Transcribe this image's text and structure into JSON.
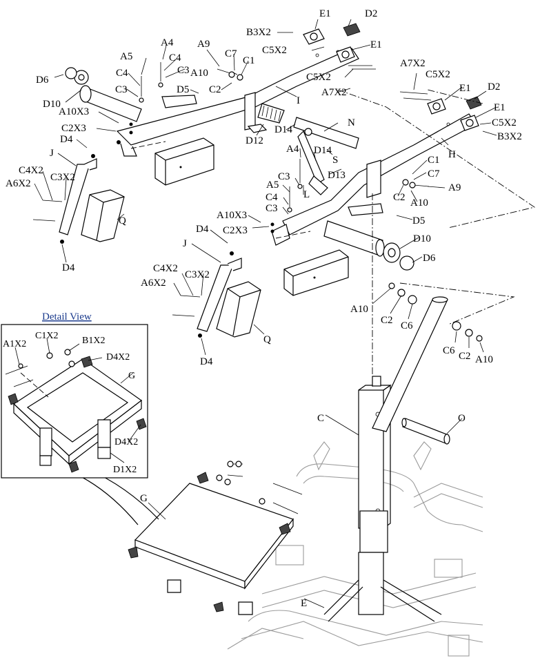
{
  "diagram": {
    "detail_view_title": "Detail View",
    "labels": {
      "E1_a": "E1",
      "D2_a": "D2",
      "B3X2_a": "B3X2",
      "C5X2_a": "C5X2",
      "E1_b": "E1",
      "A9_a": "A9",
      "A5_a": "A5",
      "A4_a": "A4",
      "C4_a": "C4",
      "C3_a": "C3",
      "C4_b": "C4",
      "C7_a": "C7",
      "C1_a": "C1",
      "D6_a": "D6",
      "A10_a": "A10",
      "C5X2_b": "C5X2",
      "A7X2_a": "A7X2",
      "D5_a": "D5",
      "C2_a": "C2",
      "C3_b": "C3",
      "D10_a": "D10",
      "I": "I",
      "A7X2_b": "A7X2",
      "C5X2_c": "C5X2",
      "E1_c": "E1",
      "D2_b": "D2",
      "E1_d": "E1",
      "C5X2_d": "C5X2",
      "B3X2_b": "B3X2",
      "A10X3_a": "A10X3",
      "C2X3_a": "C2X3",
      "D12": "D12",
      "D14_a": "D14",
      "N": "N",
      "D4_a": "D4",
      "J_a": "J",
      "H": "H",
      "A4_b": "A4",
      "D14_b": "D14",
      "C4X2_a": "C4X2",
      "C3X2_a": "C3X2",
      "C3_c": "C3",
      "S": "S",
      "D13": "D13",
      "C1_b": "C1",
      "C7_b": "C7",
      "A6X2_a": "A6X2",
      "A5_b": "A5",
      "L": "L",
      "A9_b": "A9",
      "C2_b": "C2",
      "A10_b": "A10",
      "C4_c": "C4",
      "C3_d": "C3",
      "Q_a": "Q",
      "A10X3_b": "A10X3",
      "D5_b": "D5",
      "C2X3_b": "C2X3",
      "D4_b": "D4",
      "D4_c": "D4",
      "D10_b": "D10",
      "J_b": "J",
      "D6_b": "D6",
      "C4X2_b": "C4X2",
      "C3X2_b": "C3X2",
      "A6X2_b": "A6X2",
      "A10_c": "A10",
      "C2_c": "C2",
      "C6_a": "C6",
      "Q_b": "Q",
      "D4_d": "D4",
      "C6_b": "C6",
      "C2_d": "C2",
      "A10_d": "A10",
      "C": "C",
      "O": "O",
      "G_a": "G",
      "E": "E",
      "A1X2": "A1X2",
      "C1X2": "C1X2",
      "B1X2": "B1X2",
      "D4X2_a": "D4X2",
      "G_b": "G",
      "D4X2_b": "D4X2",
      "D1X2": "D1X2"
    }
  }
}
